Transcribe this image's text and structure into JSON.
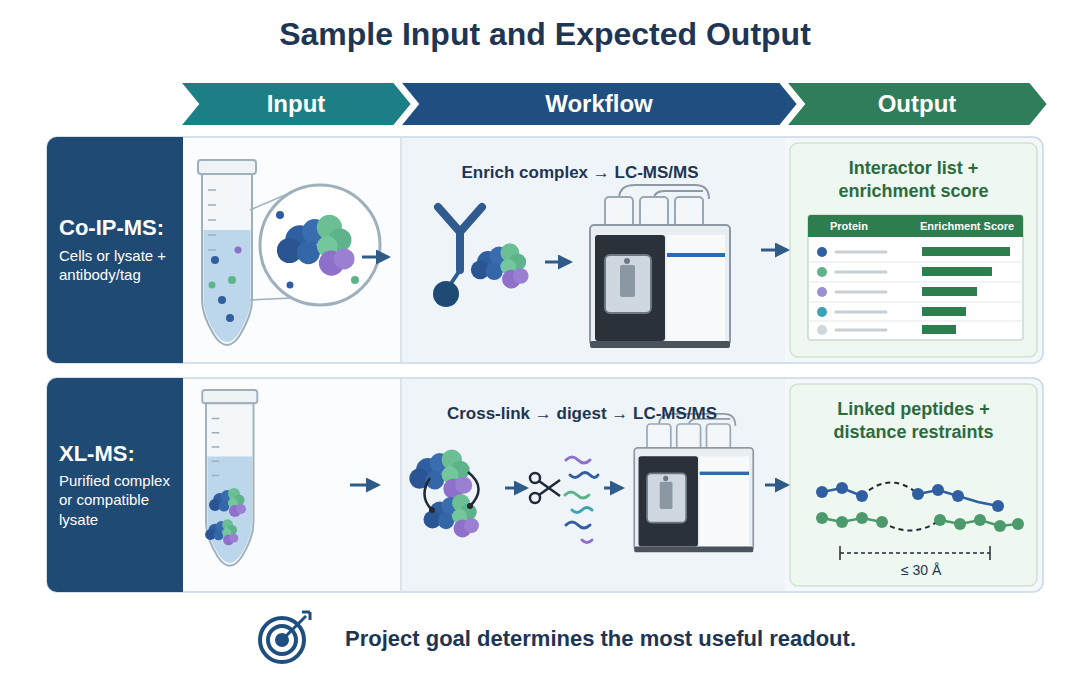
{
  "diagram": {
    "title": "Sample Input and Expected Output",
    "nodes": [
      {
        "text": [
          "Input"
        ]
      },
      {
        "text": [
          "Workflow"
        ]
      },
      {
        "text": [
          "Output"
        ]
      },
      {
        "text": [
          "Co-IP-MS:",
          "Cells or lysate + antibody/tag"
        ]
      },
      {
        "text": [
          "Enrich complex → LC-MS/MS"
        ]
      },
      {
        "text": [
          "Interactor list + enrichment score"
        ]
      },
      {
        "text": [
          "Protein",
          "Enrichment Score"
        ],
        "in": 5
      },
      {
        "text": [
          "XL-MS:",
          "Purified complex or compatible lysate"
        ]
      },
      {
        "text": [
          "Cross-link → digest → LC-MS/MS"
        ]
      },
      {
        "text": [
          "Linked peptides + distance restraints"
        ]
      }
    ],
    "edges": [
      {
        "from": 4,
        "to": 5,
        "arrow": "to"
      },
      {
        "from": 8,
        "to": 9,
        "arrow": "to"
      }
    ],
    "labels": [
      "≤ 30 Å",
      "Project goal determines the most useful readout."
    ]
  }
}
